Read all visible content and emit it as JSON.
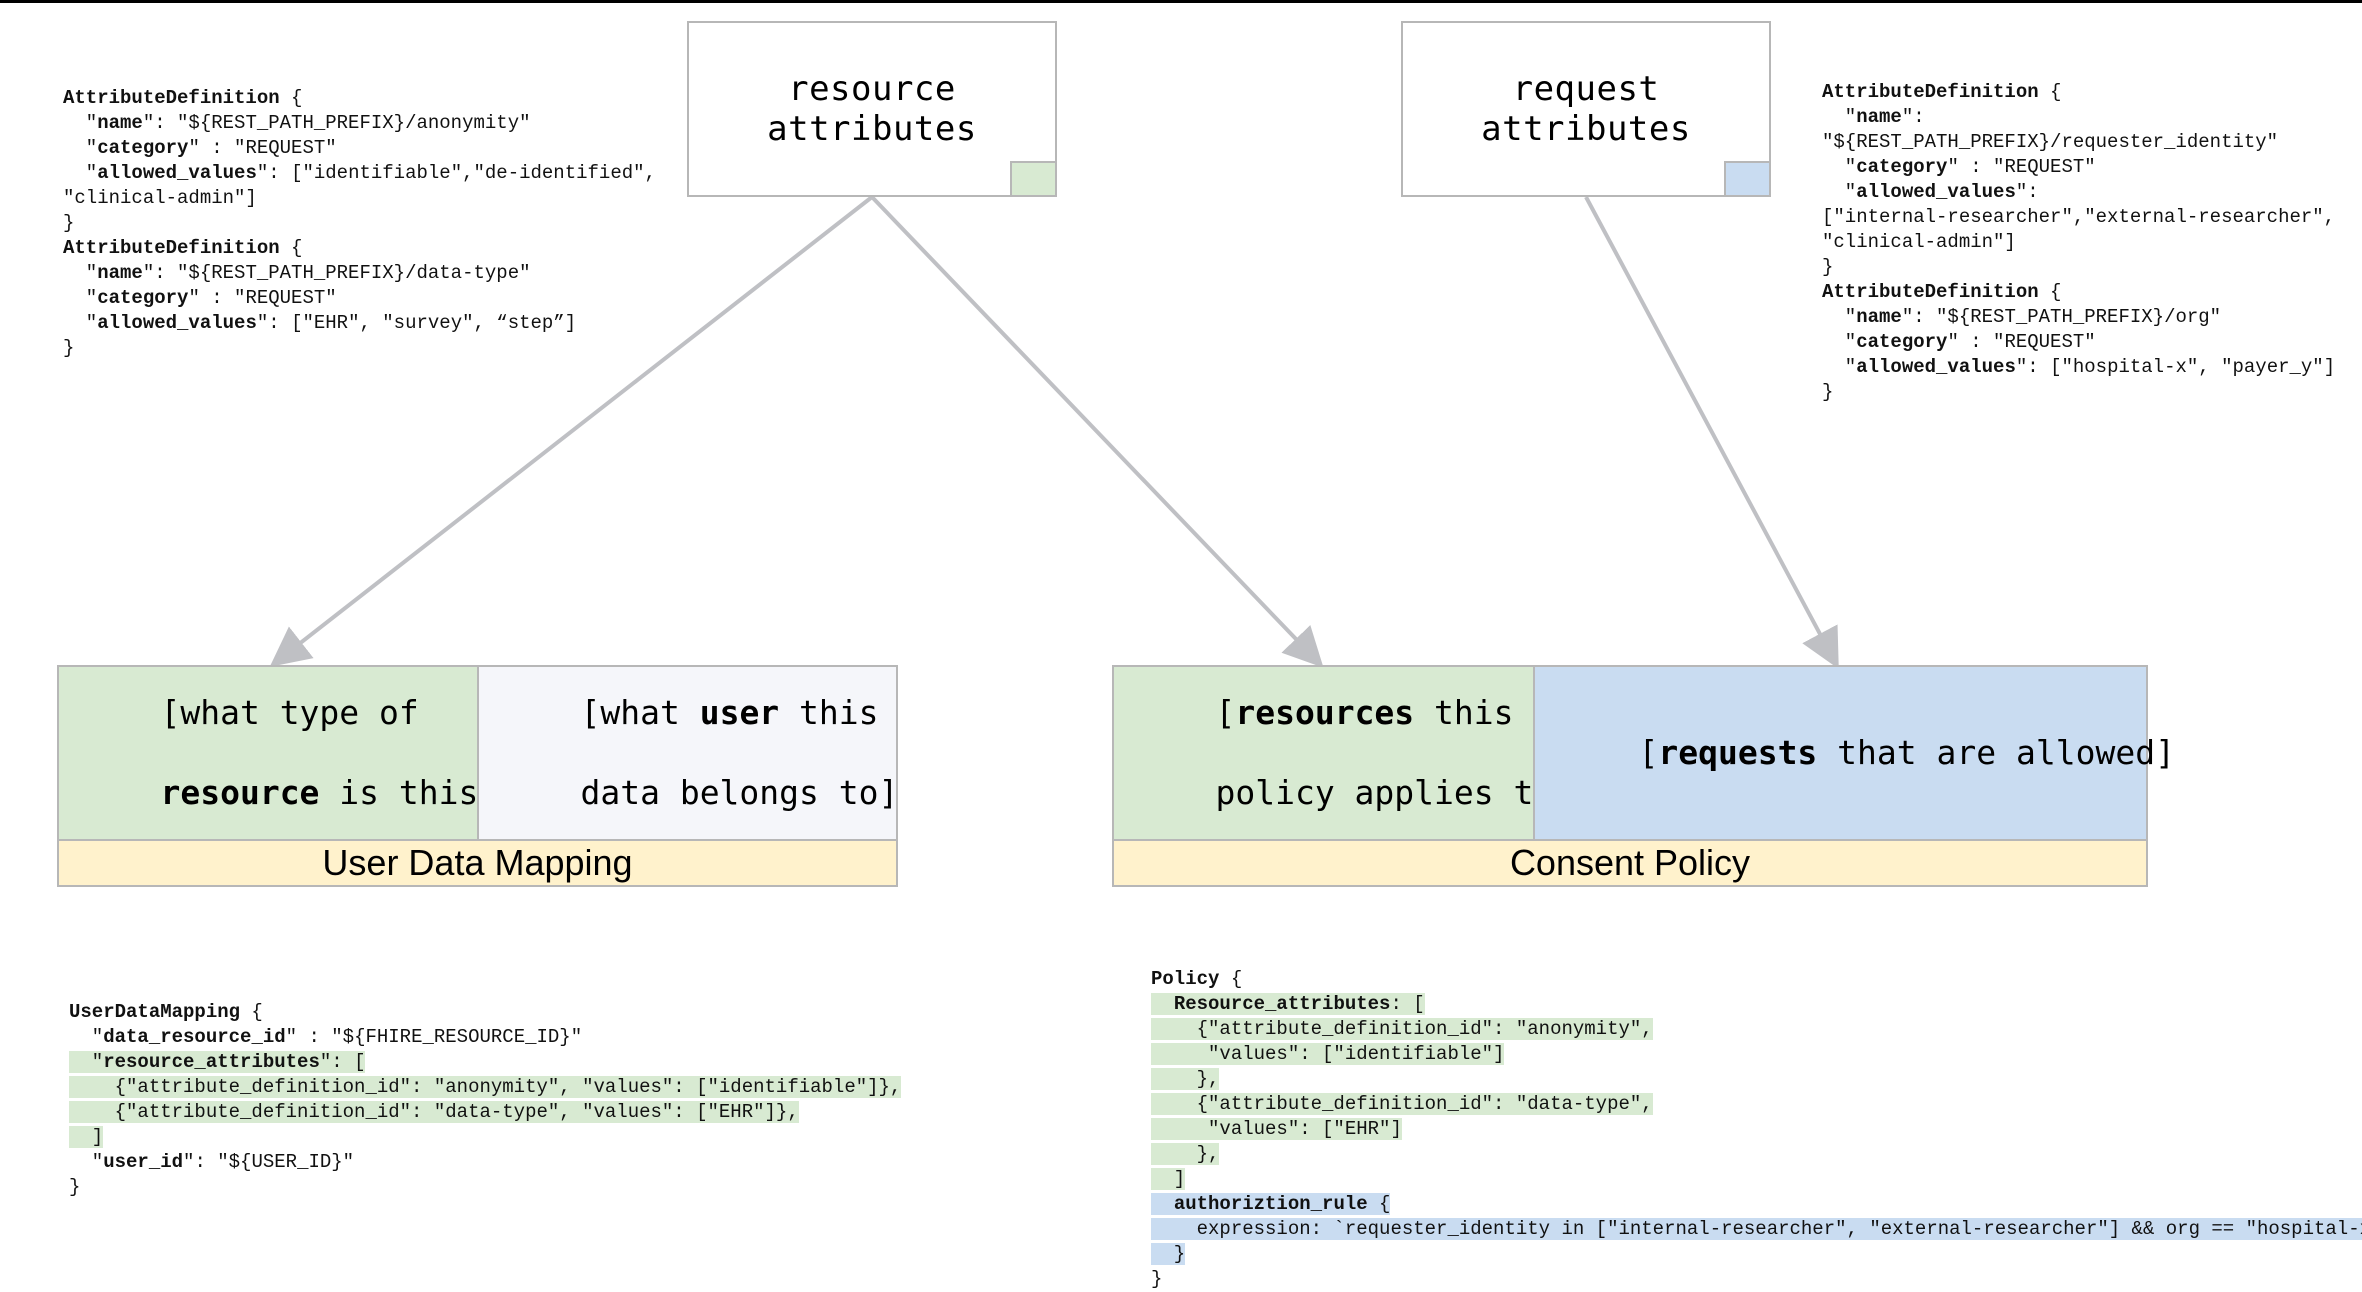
{
  "colors": {
    "resource_green": "#d8ead2",
    "request_blue": "#c9dcf1",
    "neutral_gray": "#f5f6fa",
    "caption_yellow": "#fff2cc",
    "arrow_gray": "#bfc0c4"
  },
  "resource_attributes_box": {
    "line1": "resource",
    "line2": "attributes",
    "swatch_color": "green"
  },
  "request_attributes_box": {
    "line1": "request",
    "line2": "attributes",
    "swatch_color": "blue"
  },
  "user_data_mapping": {
    "resource_cell": {
      "l1_a": "[what type of",
      "l2_bold": "resource",
      "l2_b": " is this]"
    },
    "user_cell": {
      "l1_a": "[what ",
      "l1_bold": "user",
      "l1_b": " this",
      "l2": "data belongs to]"
    },
    "caption": "User Data Mapping"
  },
  "consent_policy": {
    "resource_cell": {
      "l1_a": "[",
      "l1_bold": "resources",
      "l1_b": " this",
      "l2": "policy applies to]"
    },
    "request_cell": {
      "a": "[",
      "bold": "requests",
      "b": " that are allowed]"
    },
    "caption": "Consent Policy"
  },
  "resource_attr_code": [
    {
      "k": "AttributeDefinition",
      "t": " {"
    },
    {
      "t": "  \"",
      "k": "name",
      "t2": "\": \"${REST_PATH_PREFIX}/anonymity\""
    },
    {
      "t": "  \"",
      "k": "category",
      "t2": "\" : \"REQUEST\""
    },
    {
      "t": "  \"",
      "k": "allowed_values",
      "t2": "\": [\"identifiable\",\"de-identified\","
    },
    {
      "t": "\"clinical-admin\"]"
    },
    {
      "t": "}"
    },
    {
      "k": "AttributeDefinition",
      "t": " {"
    },
    {
      "t": "  \"",
      "k": "name",
      "t2": "\": \"${REST_PATH_PREFIX}/data-type\""
    },
    {
      "t": "  \"",
      "k": "category",
      "t2": "\" : \"REQUEST\""
    },
    {
      "t": "  \"",
      "k": "allowed_values",
      "t2": "\": [\"EHR\", \"survey\", “step”]"
    },
    {
      "t": "}"
    }
  ],
  "request_attr_code": [
    {
      "k": "AttributeDefinition",
      "t": " {"
    },
    {
      "t": "  \"",
      "k": "name",
      "t2": "\":"
    },
    {
      "t": "\"${REST_PATH_PREFIX}/requester_identity\""
    },
    {
      "t": "  \"",
      "k": "category",
      "t2": "\" : \"REQUEST\""
    },
    {
      "t": "  \"",
      "k": "allowed_values",
      "t2": "\":"
    },
    {
      "t": "[\"internal-researcher\",\"external-researcher\","
    },
    {
      "t": "\"clinical-admin\"]"
    },
    {
      "t": "}"
    },
    {
      "k": "AttributeDefinition",
      "t": " {"
    },
    {
      "t": "  \"",
      "k": "name",
      "t2": "\": \"${REST_PATH_PREFIX}/org\""
    },
    {
      "t": "  \"",
      "k": "category",
      "t2": "\" : \"REQUEST\""
    },
    {
      "t": "  \"",
      "k": "allowed_values",
      "t2": "\": [\"hospital-x\", \"payer_y\"]"
    },
    {
      "t": "}"
    }
  ],
  "user_data_mapping_code": [
    {
      "k": "UserDataMapping",
      "t": " {"
    },
    {
      "t": "  \"",
      "k": "data_resource_id",
      "t2": "\" : \"${FHIRE_RESOURCE_ID}\""
    },
    {
      "hl": "green",
      "t": "  \"",
      "k": "resource_attributes",
      "t2": "\": ["
    },
    {
      "hl": "green",
      "t": "    {\"attribute_definition_id\": \"anonymity\", \"values\": [\"identifiable\"]},"
    },
    {
      "hl": "green",
      "t": "    {\"attribute_definition_id\": \"data-type\", \"values\": [\"EHR\"]},"
    },
    {
      "hl": "green",
      "t": "  ]"
    },
    {
      "t": "  \"",
      "k": "user_id",
      "t2": "\": \"${USER_ID}\""
    },
    {
      "t": "}"
    }
  ],
  "policy_code": [
    {
      "k": "Policy",
      "t": " {"
    },
    {
      "hl": "green",
      "t": "  ",
      "k": "Resource_attributes",
      "t2": ": ["
    },
    {
      "hl": "green",
      "t": "    {\"attribute_definition_id\": \"anonymity\","
    },
    {
      "hl": "green",
      "t": "     \"values\": [\"identifiable\"]"
    },
    {
      "hl": "green",
      "t": "    },"
    },
    {
      "hl": "green",
      "t": "    {\"attribute_definition_id\": \"data-type\","
    },
    {
      "hl": "green",
      "t": "     \"values\": [\"EHR\"]"
    },
    {
      "hl": "green",
      "t": "    },"
    },
    {
      "hl": "green",
      "t": "  ]"
    },
    {
      "hl": "blue",
      "t": "  ",
      "k": "authoriztion_rule",
      "t2": " {"
    },
    {
      "hl": "blue",
      "t": "    expression: `requester_identity in [\"internal-researcher\", \"external-researcher\"] && org == \"hospital-x\"`"
    },
    {
      "hl": "blue",
      "t": "  }"
    },
    {
      "t": "}"
    }
  ]
}
